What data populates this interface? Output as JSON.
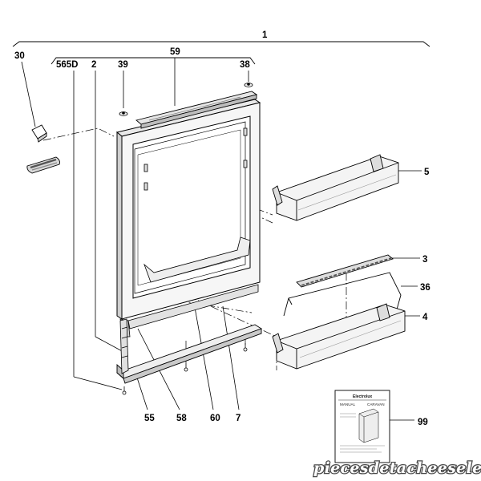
{
  "diagram": {
    "callouts": {
      "c1": "1",
      "c30": "30",
      "c565d": "565D",
      "c2": "2",
      "c39": "39",
      "c59": "59",
      "c38": "38",
      "c5": "5",
      "c3": "3",
      "c36": "36",
      "c4": "4",
      "c99": "99",
      "c55": "55",
      "c58": "58",
      "c60": "60",
      "c7": "7"
    },
    "manual": {
      "brand": "Electrolux",
      "label_left": "MANUAL",
      "label_right": "CARAVAN"
    },
    "watermark": "piecesdetacheeselec.com"
  }
}
